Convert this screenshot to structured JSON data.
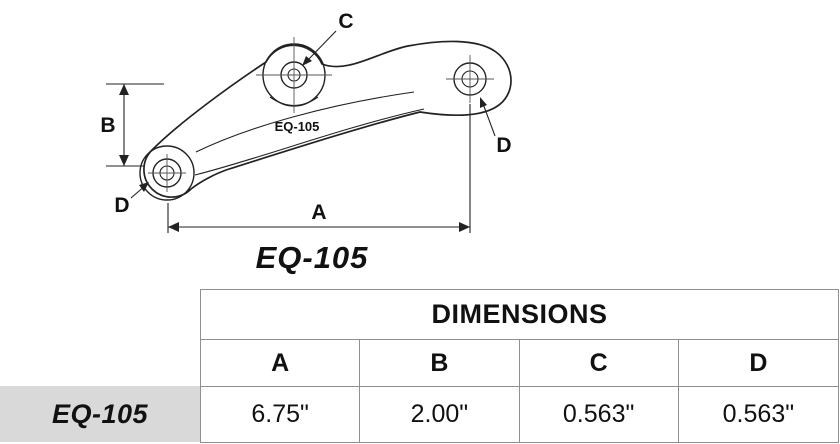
{
  "diagram": {
    "title": "EQ-105",
    "part_tag": "EQ-105",
    "labels": {
      "a": "A",
      "b": "B",
      "c": "C",
      "d_right": "D",
      "d_left": "D"
    }
  },
  "table": {
    "header": "DIMENSIONS",
    "columns": [
      "A",
      "B",
      "C",
      "D"
    ],
    "row": {
      "label": "EQ-105",
      "values": [
        "6.75\"",
        "2.00\"",
        "0.563\"",
        "0.563\""
      ]
    }
  }
}
